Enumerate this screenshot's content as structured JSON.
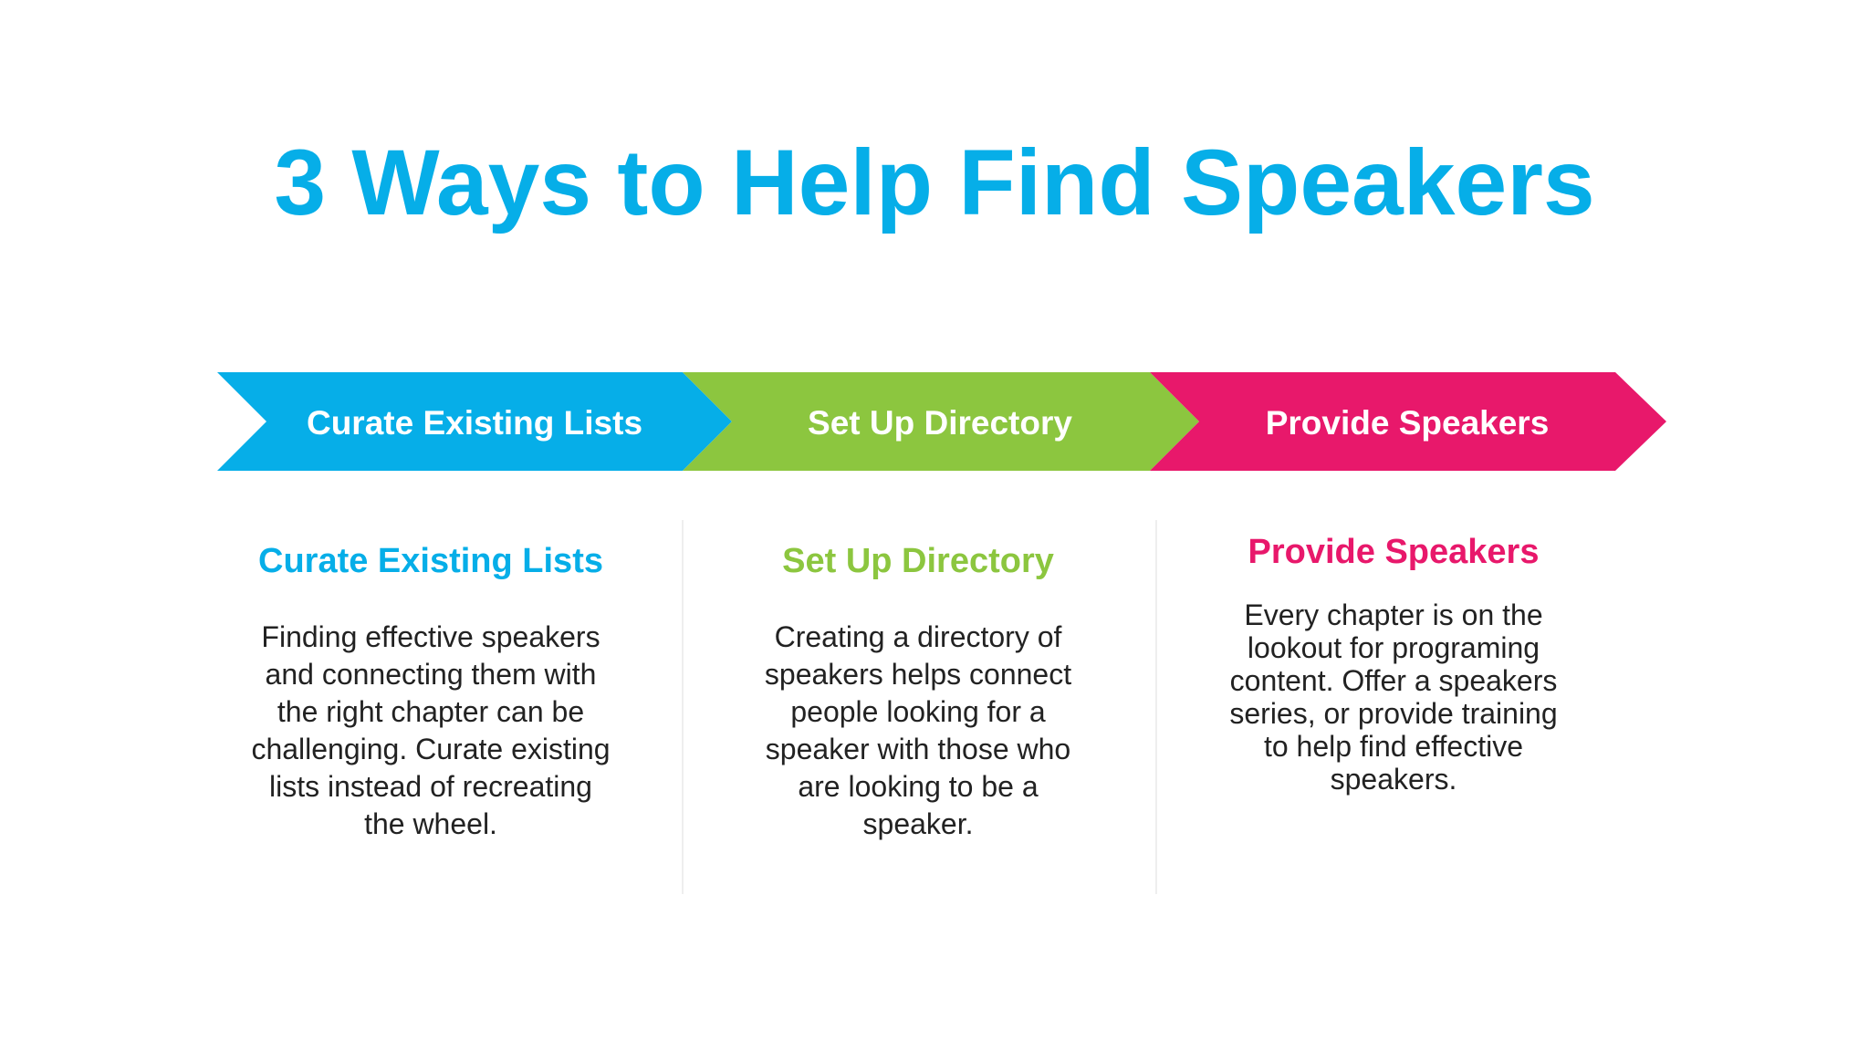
{
  "title": "3 Ways to Help Find Speakers",
  "colors": {
    "title": "#06aee8",
    "blue": "#06aee8",
    "green": "#8cc63f",
    "pink": "#e8186b",
    "body_text": "#222222"
  },
  "steps": [
    {
      "arrow_label": "Curate Existing Lists",
      "heading": "Curate Existing Lists",
      "body": "Finding effective speakers and connecting them with the right chapter can be challenging. Curate existing lists instead of recreating the wheel.",
      "color": "#06aee8"
    },
    {
      "arrow_label": "Set Up Directory",
      "heading": "Set Up Directory",
      "body": "Creating a directory of speakers helps connect people looking for a speaker with those who are looking to be a speaker.",
      "color": "#8cc63f"
    },
    {
      "arrow_label": "Provide Speakers",
      "heading": "Provide Speakers",
      "body": "Every chapter is on the lookout for programing content. Offer a speakers series, or provide training to help find effective speakers.",
      "color": "#e8186b"
    }
  ]
}
